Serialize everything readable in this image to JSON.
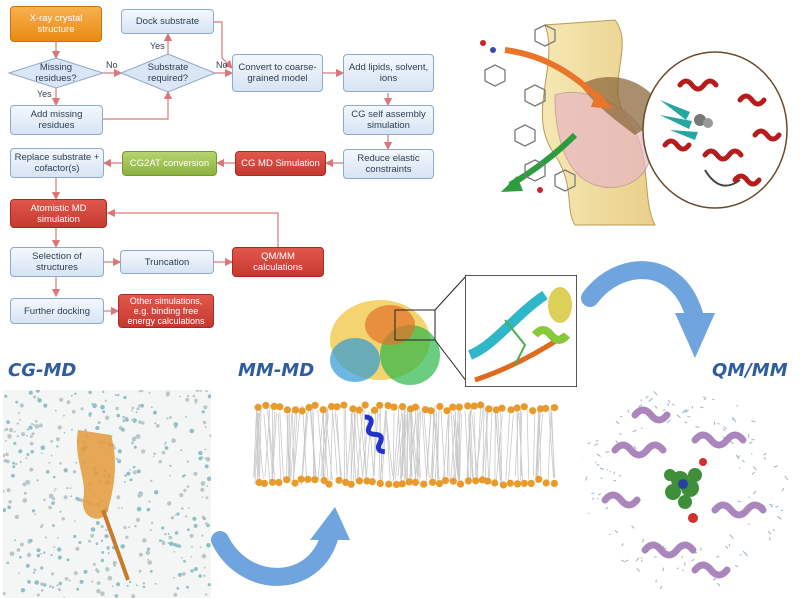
{
  "flowchart": {
    "nodes": {
      "xray": "X-ray crystal structure",
      "missing": "Missing residues?",
      "substrate_req": "Substrate required?",
      "dock": "Dock substrate",
      "convert": "Convert to coarse-grained model",
      "add_lipids": "Add lipids, solvent, ions",
      "add_missing": "Add missing residues",
      "cg_self": "CG self assembly simulation",
      "replace": "Replace substrate + cofactor(s)",
      "cg2at": "CG2AT conversion",
      "cgmd_sim": "CG MD Simulation",
      "reduce": "Reduce elastic constraints",
      "atomistic": "Atomistic MD simulation",
      "selection": "Selection of structures",
      "truncation": "Truncation",
      "qmmm_calc": "QM/MM calculations",
      "further": "Further docking",
      "other": "Other simulations, e.g. binding free energy calculations"
    },
    "edge_labels": {
      "no1": "No",
      "yes1": "Yes",
      "yes2": "Yes",
      "no2": "No"
    }
  },
  "sections": {
    "cgmd": "CG-MD",
    "mmmd": "MM-MD",
    "qmmm": "QM/MM"
  },
  "colors": {
    "flow_box": "#dbe6f4",
    "start": "#f09a22",
    "md_red": "#cf453b",
    "conversion_green": "#9cc14e",
    "section_title": "#2f5d9e",
    "big_arrow": "#6fa4de"
  }
}
